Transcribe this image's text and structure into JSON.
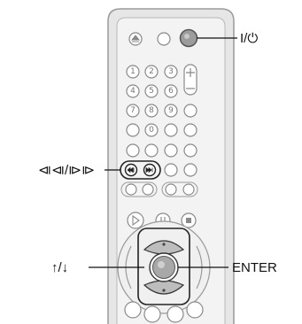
{
  "callouts": {
    "power": "I/⏻",
    "skip": "⧏⧏/⧐⧐",
    "arrows": "↑/↓",
    "enter": "ENTER"
  },
  "keypad_digits": [
    "1",
    "2",
    "3",
    "4",
    "5",
    "6",
    "7",
    "8",
    "9",
    "0"
  ],
  "icons": {
    "eject": "eject-icon",
    "power": "power-icon",
    "play": "play-icon",
    "pause": "pause-icon",
    "stop": "stop-icon"
  }
}
